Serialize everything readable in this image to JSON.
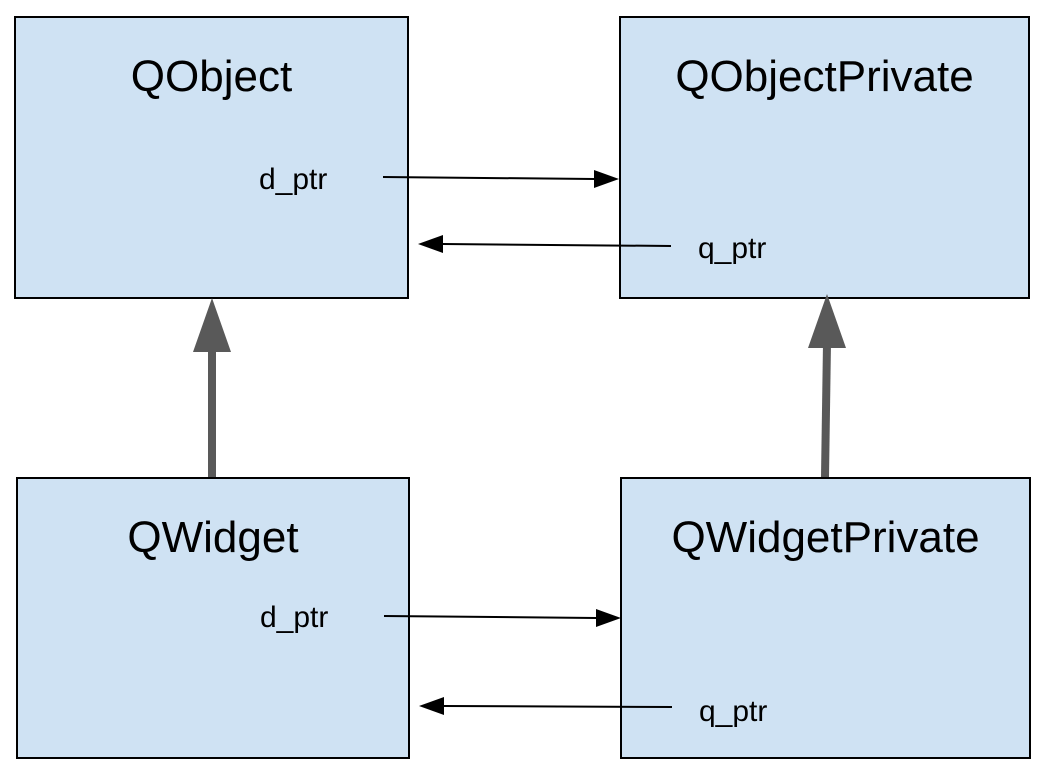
{
  "diagram": {
    "boxes": [
      {
        "id": "qobject",
        "title": "QObject",
        "field": "d_ptr"
      },
      {
        "id": "qobjectprivate",
        "title": "QObjectPrivate",
        "field": "q_ptr"
      },
      {
        "id": "qwidget",
        "title": "QWidget",
        "field": "d_ptr"
      },
      {
        "id": "qwidgetprivate",
        "title": "QWidgetPrivate",
        "field": "q_ptr"
      }
    ],
    "colors": {
      "box_fill": "#cfe2f3",
      "box_border": "#000000",
      "pointer_arrow": "#000000",
      "inheritance_arrow": "#595959"
    }
  }
}
